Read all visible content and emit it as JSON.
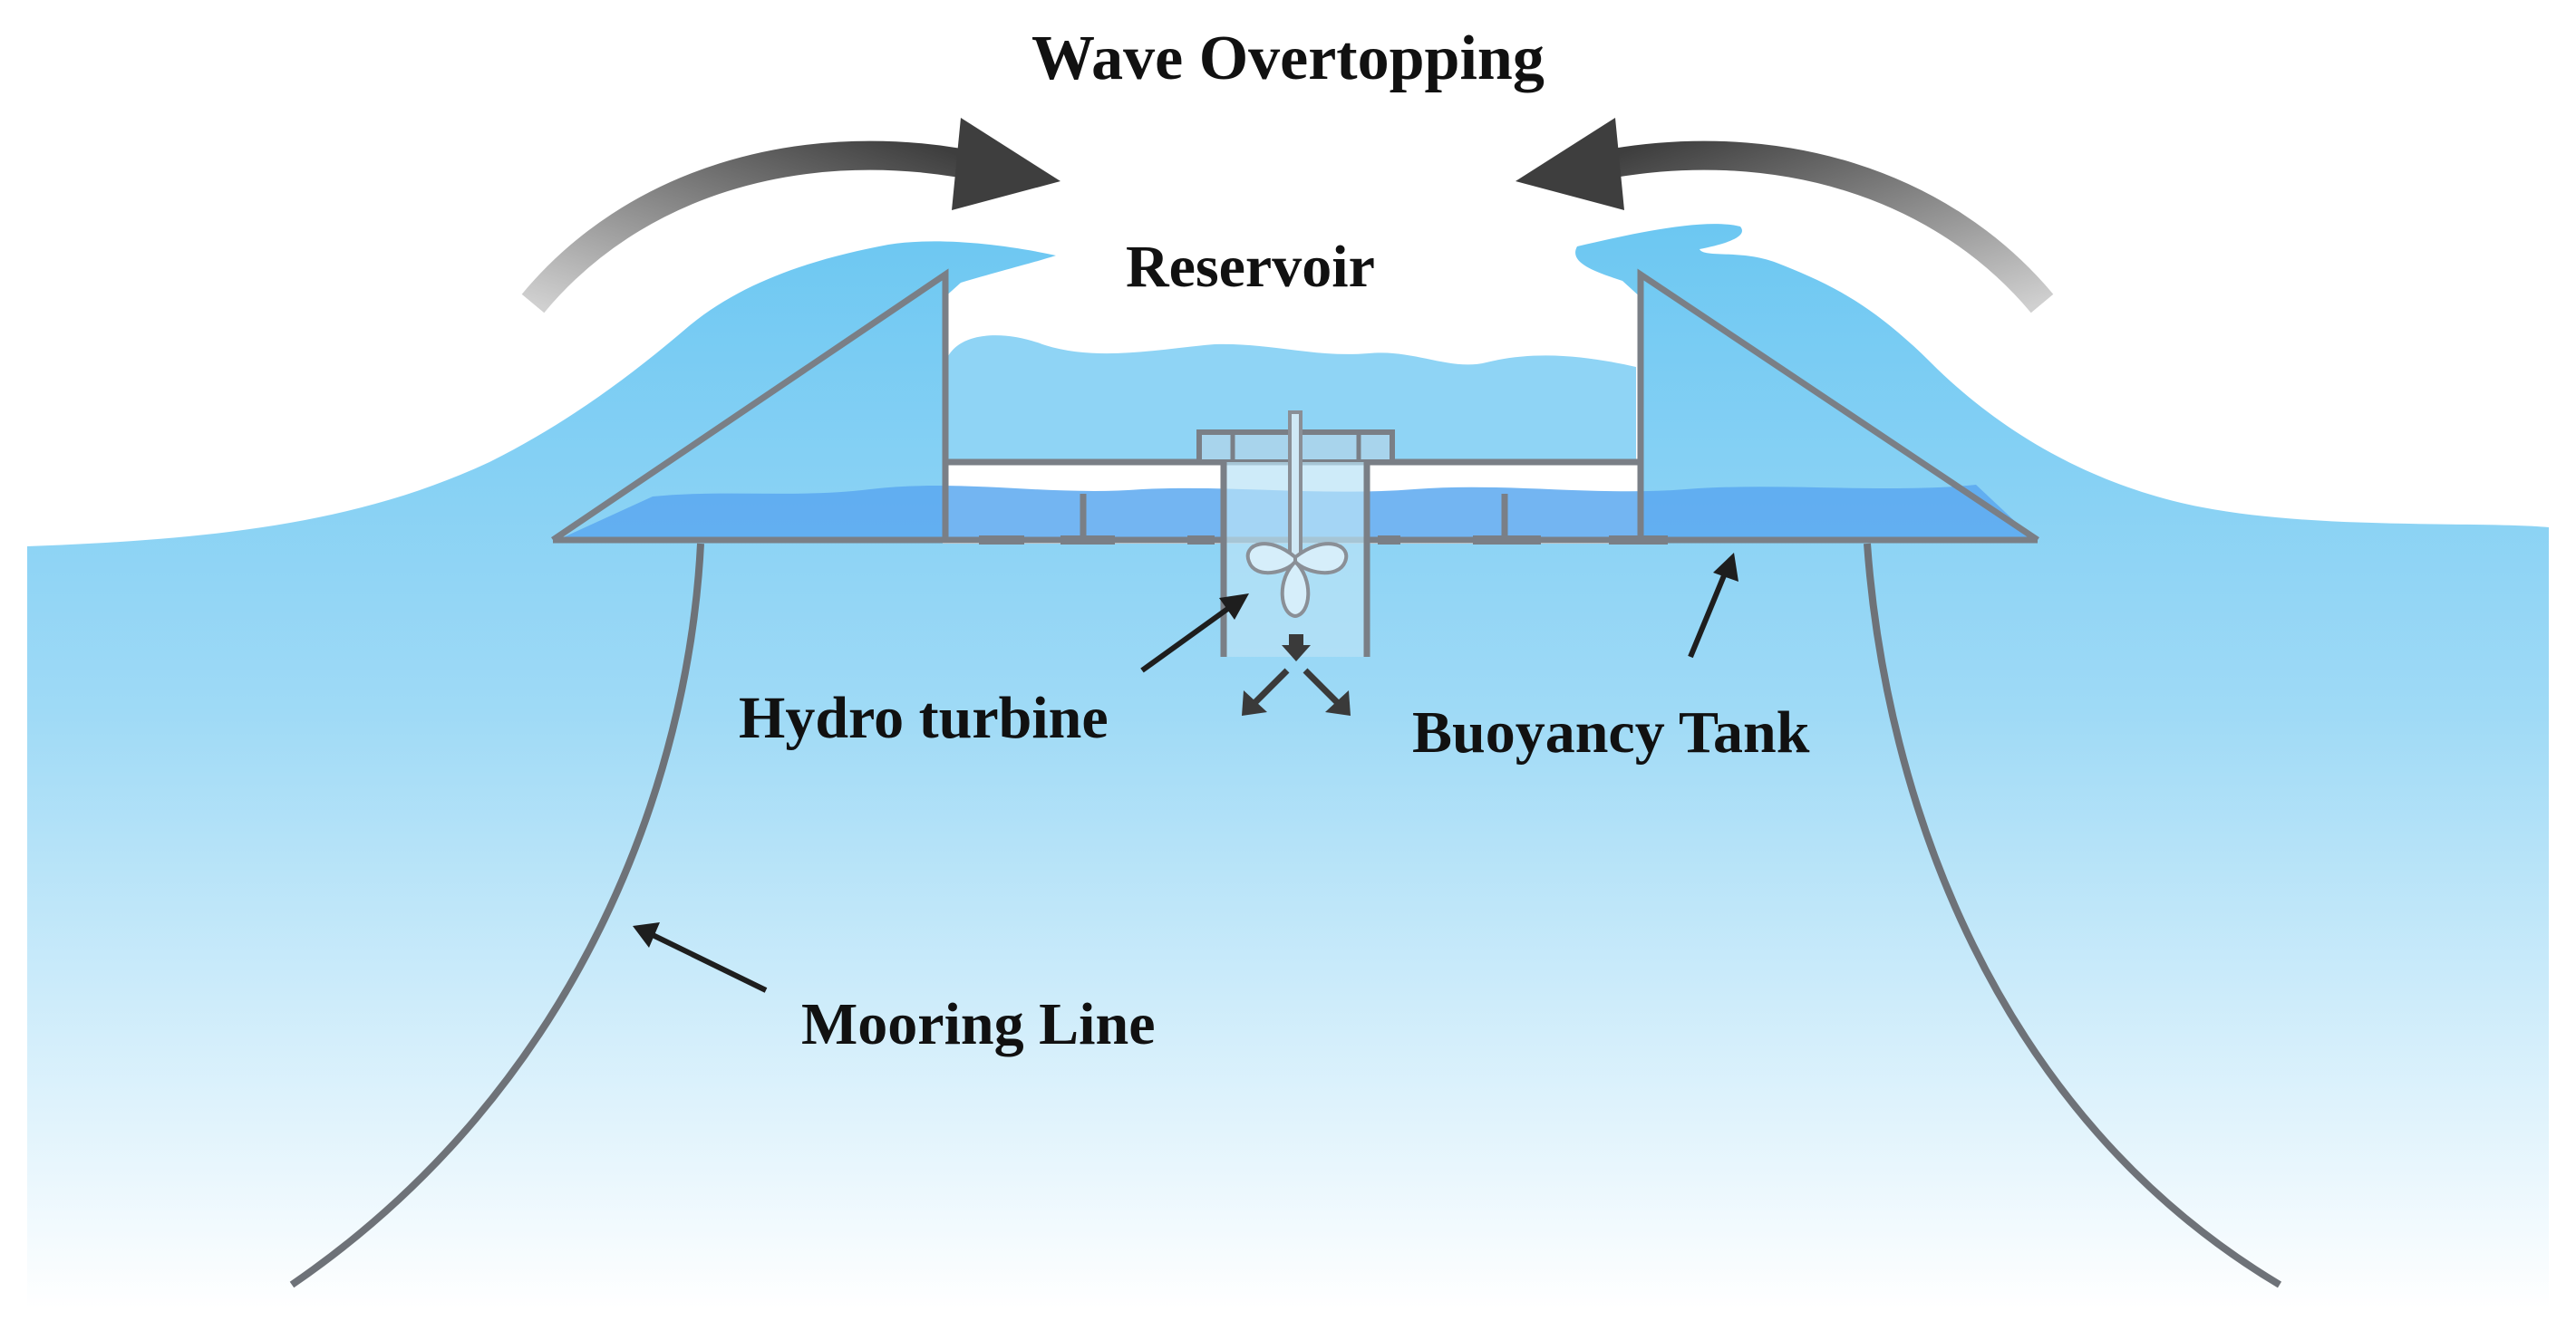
{
  "labels": {
    "title": "Wave Overtopping",
    "reservoir": "Reservoir",
    "turbine": "Hydro turbine",
    "tank": "Buoyancy Tank",
    "mooring": "Mooring Line"
  },
  "colors": {
    "sea_top": "#6cc7f2",
    "sea_bottom": "#ffffff",
    "wave": "#7ed0f6",
    "reservoir_water": "#8fd4f5",
    "tank_water": "#5aa8f0",
    "structure": "#7a7f86",
    "arrow_dark": "#4a4a4a",
    "arrow_light": "#c8c8c8"
  },
  "icons": [
    "curved-arrow-icon",
    "pointer-arrow-icon",
    "turbine-icon",
    "outflow-arrow-icon"
  ]
}
